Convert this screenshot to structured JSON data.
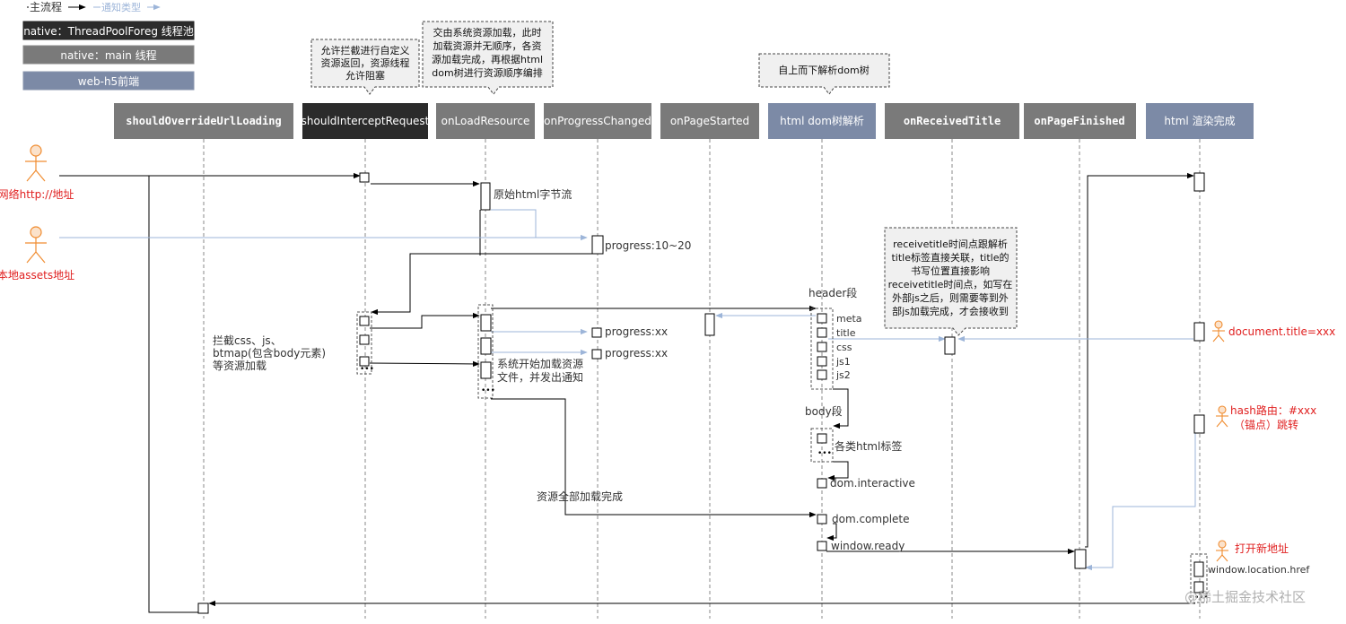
{
  "legend": {
    "main_flow": "主流程",
    "notify_type": "通知类型",
    "thread_pool": "native：ThreadPoolForeg 线程池",
    "main_thread": "native：main 线程",
    "web_front": "web-h5前端"
  },
  "lifelines": [
    "shouldOverrideUrlLoading",
    "shouldInterceptRequest",
    "onLoadResource",
    "onProgressChanged",
    "onPageStarted",
    "html  dom树解析",
    "onReceivedTitle",
    "onPageFinished",
    "html  渲染完成"
  ],
  "notes": {
    "intercept": [
      "允许拦截进行自定义",
      "资源返回，资源线程",
      "允许阻塞"
    ],
    "load": [
      "交由系统资源加载，此时",
      "加载资源并无顺序，各资",
      "源加载完成，再根据html",
      "dom树进行资源顺序编排"
    ],
    "dom": [
      "自上而下解析dom树"
    ],
    "title": [
      "receivetitle时间点跟解析",
      "title标签直接关联，title的",
      "书写位置直接影响",
      "receivetitle时间点，如写在",
      "外部js之后，则需要等到外",
      "部js加载完成，才会接收到"
    ]
  },
  "actors": {
    "network": "网络http://地址",
    "local": "本地assets地址",
    "doc_title": "document.title=xxx",
    "hash_line1": "hash路由：#xxx",
    "hash_line2": "（锚点）跳转",
    "open_new": "打开新地址"
  },
  "labels": {
    "raw_html": "原始html字节流",
    "progress_10_20": "progress:10~20",
    "progress_xx_1": "progress:xx",
    "progress_xx_2": "progress:xx",
    "intercept_css": [
      "拦截css、js、",
      "btmap(包含body元素)",
      "等资源加载"
    ],
    "system_load": [
      "系统开始加载资源",
      "文件，并发出通知"
    ],
    "header_seg": "header段",
    "meta": "meta",
    "title": "title",
    "css": "css",
    "js1": "js1",
    "js2": "js2",
    "body_seg": "body段",
    "html_tags": "各类html标签",
    "dom_interactive": "dom.interactive",
    "all_loaded": "资源全部加载完成",
    "dom_complete": "dom.complete",
    "window_ready": "window.ready",
    "location_href": "window.location.href",
    "watermark": "@稀土掘金技术社区"
  },
  "colors": {
    "black_box": "#2b2b2b",
    "gray_box": "#7a7a7a",
    "blue_box": "#7c8aa6",
    "notify_arrow": "#9db5d9",
    "actor": "#f08c30",
    "red_text": "#e02020"
  }
}
